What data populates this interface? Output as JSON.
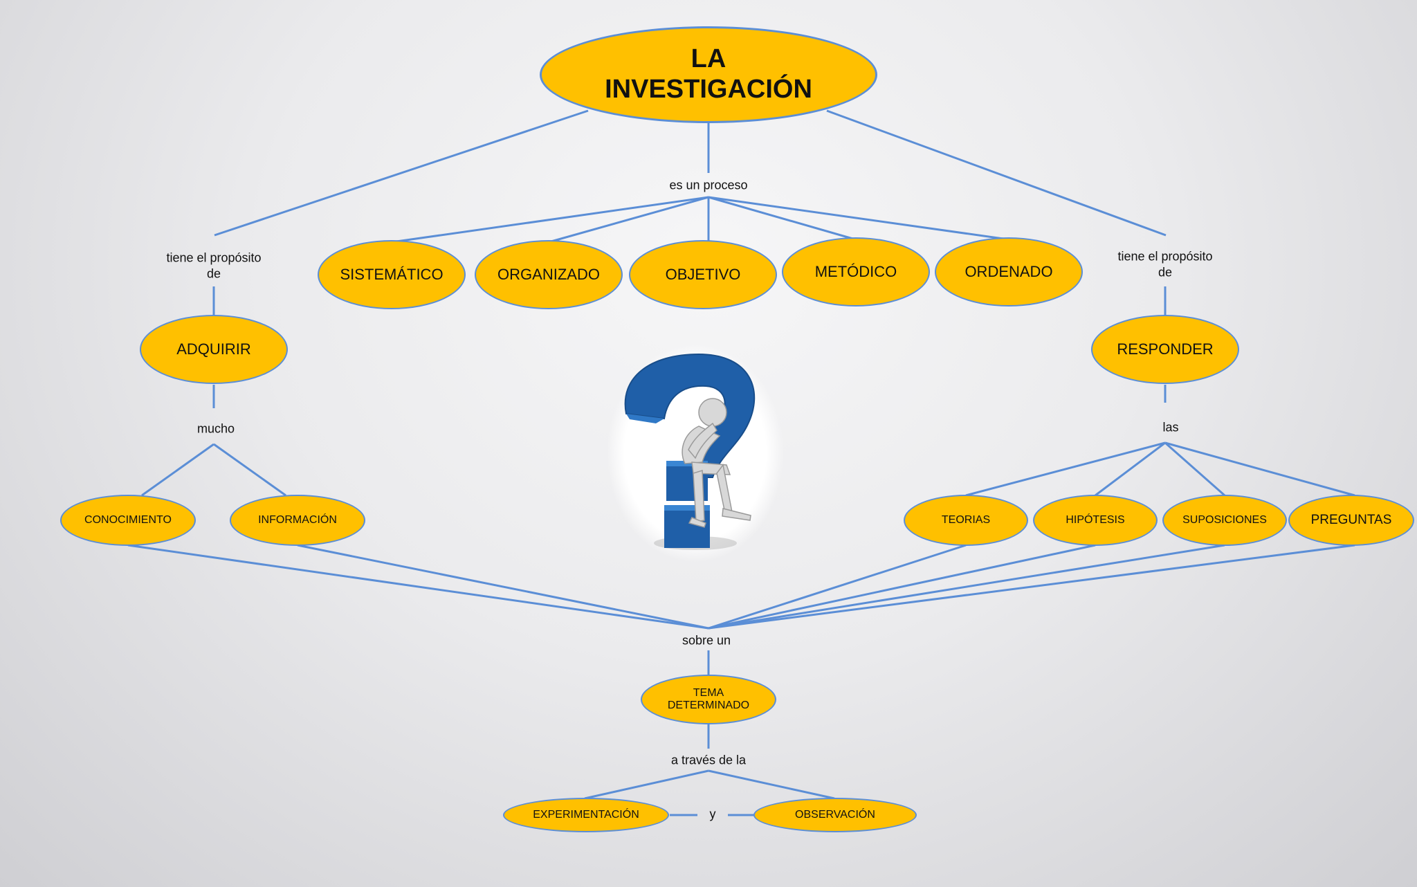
{
  "title": "LA\nINVESTIGACIÓN",
  "labels": {
    "es_un_proceso": "es un proceso",
    "proposito_left": "tiene el propósito\nde",
    "proposito_right": "tiene el propósito\nde",
    "mucho": "mucho",
    "las": "las",
    "sobre_un": "sobre un",
    "a_traves": "a través de la",
    "y": "y"
  },
  "process_nodes": [
    "SISTEMÁTICO",
    "ORGANIZADO",
    "OBJETIVO",
    "METÓDICO",
    "ORDENADO"
  ],
  "adquirir": "ADQUIRIR",
  "responder": "RESPONDER",
  "left_items": [
    "CONOCIMIENTO",
    "INFORMACIÓN"
  ],
  "right_items": [
    "TEORIAS",
    "HIPÓTESIS",
    "SUPOSICIONES",
    "PREGUNTAS"
  ],
  "tema": "TEMA\nDETERMINADO",
  "methods": [
    "EXPERIMENTACIÓN",
    "OBSERVACIÓN"
  ],
  "colors": {
    "node_fill": "#ffc000",
    "node_border": "#5b8ed6",
    "line": "#5b8ed6",
    "question_mark": "#1f5fa8"
  },
  "figure_icon": "thinking-figure-on-question-mark"
}
